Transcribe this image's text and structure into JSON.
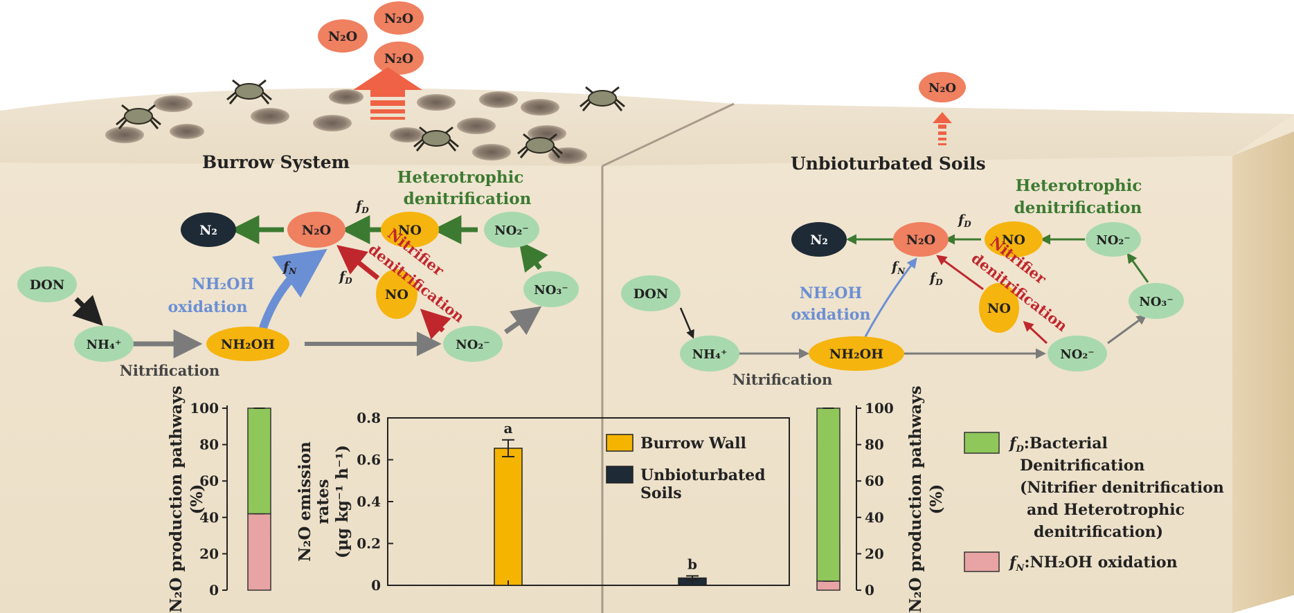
{
  "left": {
    "title": "Burrow System",
    "emission_label": "N₂O",
    "hetero_label": [
      "Heterotrophic",
      "denitrification"
    ],
    "nitrifier_label": [
      "Nitrifier",
      "denitrification"
    ],
    "nh2oh_label": [
      "NH₂OH",
      "oxidation"
    ],
    "nitrification_label": "Nitrification",
    "fd_label": "f",
    "fd_sub": "D",
    "fn_sub": "N"
  },
  "right": {
    "title": "Unbioturbated Soils",
    "emission_label": "N₂O",
    "hetero_label": [
      "Heterotrophic",
      "denitrification"
    ],
    "nitrifier_label": [
      "Nitrifier",
      "denitrification"
    ],
    "nh2oh_label": [
      "NH₂OH",
      "oxidation"
    ],
    "nitrification_label": "Nitrification"
  },
  "nodes": {
    "don": "DON",
    "nh4": "NH₄⁺",
    "nh2oh": "NH₂OH",
    "no2": "NO₂⁻",
    "no3": "NO₃⁻",
    "no": "NO",
    "n2o": "N₂O",
    "n2": "N₂"
  },
  "colors": {
    "n2o": "#ef8060",
    "no": "#f6b40e",
    "nitrogen": "#a8d9ae",
    "n2": "#1e2a36",
    "green": "#3c7a32",
    "red": "#c0272d",
    "blue": "#6b8fd4",
    "gray": "#7b7b7b",
    "burrow_wall": "#f5b400",
    "unbioturbated": "#1e2a36",
    "fd": "#8fc75a",
    "fn": "#e8a4a4"
  },
  "chart_data": [
    {
      "type": "bar",
      "stacked": true,
      "name": "left-pathways",
      "ylabel": "N₂O production pathways (%)",
      "ylim": [
        0,
        100
      ],
      "yticks": [
        "0",
        "20",
        "40",
        "60",
        "80",
        "100"
      ],
      "series": [
        {
          "name": "fN:NH2OH oxidation",
          "values": [
            42
          ]
        },
        {
          "name": "fD:Bacterial Denitrification",
          "values": [
            58
          ]
        }
      ]
    },
    {
      "type": "bar",
      "name": "emission-rates",
      "ylabel_lines": [
        "N₂O emission",
        "rates",
        "(µg kg⁻¹ h⁻¹)"
      ],
      "ylim": [
        0,
        0.8
      ],
      "yticks": [
        "0",
        "0.2",
        "0.4",
        "0.6",
        "0.8"
      ],
      "categories": [
        "Burrow Wall",
        "Unbioturbated Soils"
      ],
      "values": [
        0.655,
        0.035
      ],
      "errors": [
        0.04,
        0.01
      ],
      "letters": [
        "a",
        "b"
      ],
      "legend": [
        "Burrow Wall",
        "Unbioturbated",
        "Soils"
      ]
    },
    {
      "type": "bar",
      "stacked": true,
      "name": "right-pathways",
      "ylabel": "N₂O production pathways (%)",
      "ylim": [
        0,
        100
      ],
      "yticks": [
        "0",
        "20",
        "40",
        "60",
        "80",
        "100"
      ],
      "series": [
        {
          "name": "fN:NH2OH oxidation",
          "values": [
            5
          ]
        },
        {
          "name": "fD:Bacterial Denitrification",
          "values": [
            95
          ]
        }
      ]
    }
  ],
  "legend": {
    "fd_prefix": "f",
    "fd_sub": "D",
    "fd_lines": [
      ":Bacterial",
      "Denitrification",
      "(Nitrifier denitrification",
      "and Heterotrophic",
      "denitrification)"
    ],
    "fn_prefix": "f",
    "fn_sub": "N",
    "fn_text": ":NH₂OH oxidation"
  }
}
